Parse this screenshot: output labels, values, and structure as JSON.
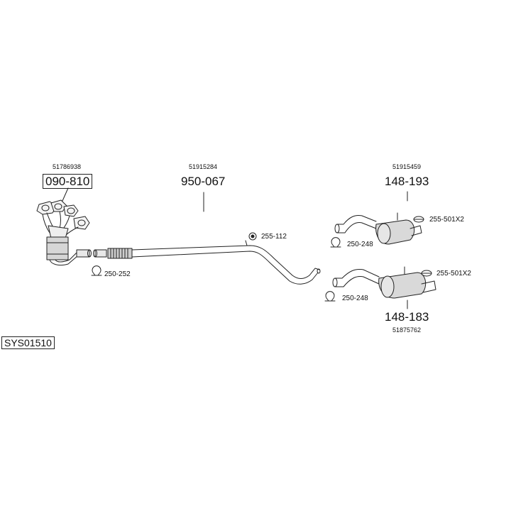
{
  "system_code": "SYS01510",
  "parts": {
    "manifold": {
      "oem": "51786938",
      "number": "090-810"
    },
    "front_pipe": {
      "oem": "51915284",
      "number": "950-067"
    },
    "rear_muffler_a": {
      "oem": "51915459",
      "number": "148-193"
    },
    "rear_muffler_b": {
      "oem": "51875762",
      "number": "148-183"
    }
  },
  "fittings": {
    "clamp_manifold": "250-252",
    "hanger_pipe": "255-112",
    "clamp_rear_a": "250-248",
    "hanger_rear_a": "255-501X2",
    "clamp_rear_b": "250-248",
    "hanger_rear_b": "255-501X2"
  },
  "icons": {
    "clamp": "clamp-icon",
    "hanger": "rubber-hanger-icon"
  }
}
